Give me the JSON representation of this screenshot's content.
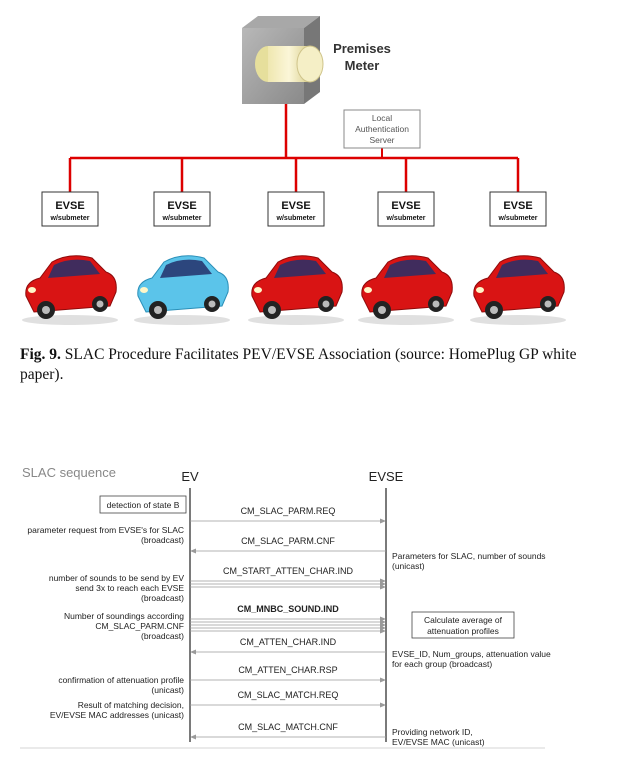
{
  "figure9": {
    "meter": {
      "line1": "Premises",
      "line2": "Meter"
    },
    "auth_server": {
      "line1": "Local",
      "line2": "Authentication",
      "line3": "Server"
    },
    "evse_units": [
      {
        "title": "EVSE",
        "sub": "w/submeter",
        "car_color": "red-classic"
      },
      {
        "title": "EVSE",
        "sub": "w/submeter",
        "car_color": "blue-hatchback"
      },
      {
        "title": "EVSE",
        "sub": "w/submeter",
        "car_color": "red-sedan"
      },
      {
        "title": "EVSE",
        "sub": "w/submeter",
        "car_color": "red-classic"
      },
      {
        "title": "EVSE",
        "sub": "w/submeter",
        "car_color": "red-sedan"
      }
    ],
    "caption_label": "Fig. 9.",
    "caption_text": " SLAC Procedure Facilitates PEV/EVSE Association (source: HomePlug GP white paper).",
    "colors": {
      "network_line": "#dd0000",
      "car_red": "#d91414",
      "car_blue": "#5bc4ea"
    }
  },
  "sequence": {
    "title": "SLAC sequence",
    "ev_label": "EV",
    "evse_label": "EVSE",
    "state_box": "detection of state B",
    "right_box_line1": "Calculate average of",
    "right_box_line2": "attenuation profiles",
    "messages": [
      {
        "label": "CM_SLAC_PARM.REQ",
        "bold": false
      },
      {
        "label": "CM_SLAC_PARM.CNF",
        "bold": false
      },
      {
        "label": "CM_START_ATTEN_CHAR.IND",
        "bold": false
      },
      {
        "label": "CM_MNBC_SOUND.IND",
        "bold": true
      },
      {
        "label": "CM_ATTEN_CHAR.IND",
        "bold": false
      },
      {
        "label": "CM_ATTEN_CHAR.RSP",
        "bold": false
      },
      {
        "label": "CM_SLAC_MATCH.REQ",
        "bold": false
      },
      {
        "label": "CM_SLAC_MATCH.CNF",
        "bold": false
      }
    ],
    "left_notes": [
      [
        "parameter request from EVSE's for SLAC",
        "(broadcast)"
      ],
      [
        "number of sounds to be send by EV",
        "send 3x to reach each EVSE",
        "(broadcast)"
      ],
      [
        "Number of soundings according",
        "CM_SLAC_PARM.CNF",
        "(broadcast)"
      ],
      [
        "confirmation of attenuation profile",
        "(unicast)"
      ],
      [
        "Result of matching decision,",
        "EV/EVSE MAC addresses (unicast)"
      ]
    ],
    "right_notes": [
      [
        "Parameters for SLAC, number of sounds",
        "(unicast)"
      ],
      [
        "EVSE_ID, Num_groups, attenuation value",
        "for each group  (broadcast)"
      ],
      [
        "Providing network ID,",
        "EV/EVSE MAC (unicast)"
      ]
    ],
    "colors": {
      "arrow": "#999999",
      "text": "#222222",
      "title": "#888888"
    }
  }
}
